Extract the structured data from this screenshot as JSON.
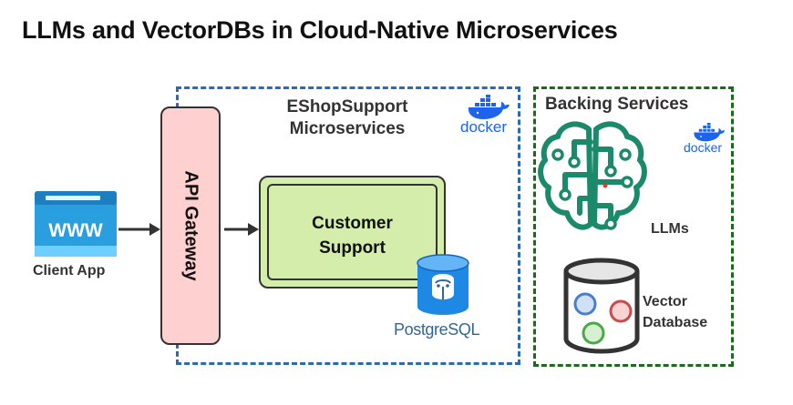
{
  "title": "LLMs and VectorDBs in Cloud-Native Microservices",
  "client": {
    "label": "Client App",
    "icon_text": "WWW"
  },
  "gateway": {
    "label": "API Gateway"
  },
  "microservices": {
    "title_line1": "EShopSupport",
    "title_line2": "Microservices",
    "service_line1": "Customer",
    "service_line2": "Support",
    "db_label_prefix": "Postgre",
    "db_label_suffix": "SQL",
    "docker_label": "docker"
  },
  "backing": {
    "title": "Backing Services",
    "docker_label": "docker",
    "llm_label": "LLMs",
    "vector_line1": "Vector",
    "vector_line2": "Database"
  },
  "colors": {
    "microservices_border": "#2b6cb0",
    "backing_border": "#1c6b1c",
    "gateway_fill": "#ffd0d0",
    "service_fill": "#d4edaa",
    "brain": "#1a8a6b",
    "docker": "#1d63ed",
    "browser_icon": "#2a9fe0"
  }
}
